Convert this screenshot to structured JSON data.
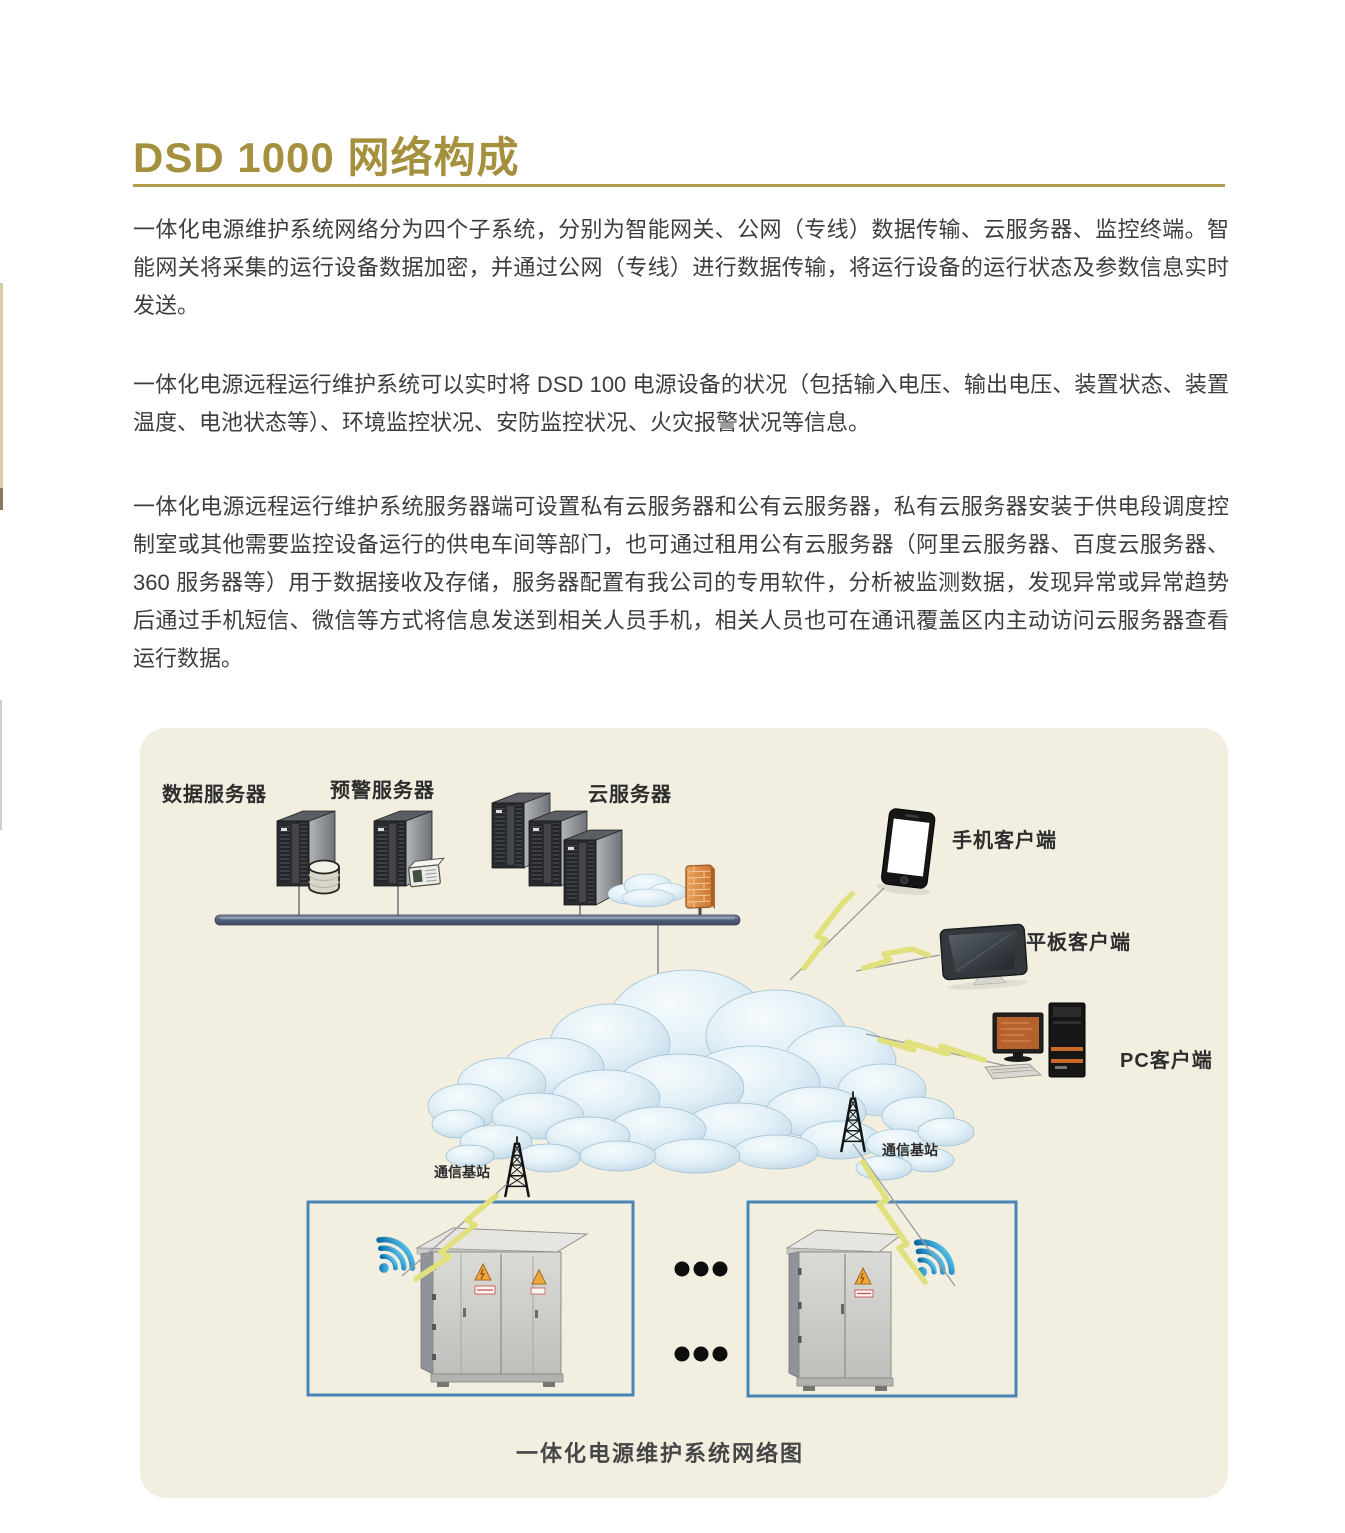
{
  "document": {
    "title": "DSD 1000 网络构成",
    "paragraphs": [
      "一体化电源维护系统网络分为四个子系统，分别为智能网关、公网（专线）数据传输、云服务器、监控终端。智能网关将采集的运行设备数据加密，并通过公网（专线）进行数据传输，将运行设备的运行状态及参数信息实时发送。",
      "一体化电源远程运行维护系统可以实时将 DSD 100 电源设备的状况（包括输入电压、输出电压、装置状态、装置温度、电池状态等）、环境监控状况、安防监控状况、火灾报警状况等信息。",
      "一体化电源远程运行维护系统服务器端可设置私有云服务器和公有云服务器，私有云服务器安装于供电段调度控制室或其他需要监控设备运行的供电车间等部门，也可通过租用公有云服务器（阿里云服务器、百度云服务器、360 服务器等）用于数据接收及存储，服务器配置有我公司的专用软件，分析被监测数据，发现异常或异常趋势后通过手机短信、微信等方式将信息发送到相关人员手机，相关人员也可在通讯覆盖区内主动访问云服务器查看运行数据。"
    ],
    "diagram_caption": "一体化电源维护系统网络图"
  },
  "diagram": {
    "labels": {
      "data_server": "数据服务器",
      "warning_server": "预警服务器",
      "cloud_server": "云服务器",
      "phone_client": "手机客户端",
      "tablet_client": "平板客户端",
      "pc_client": "PC客户端",
      "base_station_left": "通信基站",
      "base_station_right": "通信基站"
    },
    "icons": [
      "server-tower-icon",
      "database-icon",
      "gateway-device-icon",
      "firewall-icon",
      "cloud-icon",
      "base-station-icon",
      "lightning-icon",
      "wifi-icon",
      "phone-icon",
      "tablet-icon",
      "pc-icon",
      "power-cabinet-icon",
      "network-bus",
      "ellipsis-dots"
    ]
  },
  "colors": {
    "title_gold": "#a5903e",
    "rule_gold": "#b19d4f",
    "body_text": "#3d3d3d",
    "panel_bg": "#f2efe1",
    "box_border": "#4886b8",
    "bus_bar": "#4c5770",
    "lightning_yellow": "#e0e07c",
    "cloud_blue": "#c6dcea",
    "firewall_orange": "#d98a42",
    "wifi_blue": "#1d89bd"
  }
}
